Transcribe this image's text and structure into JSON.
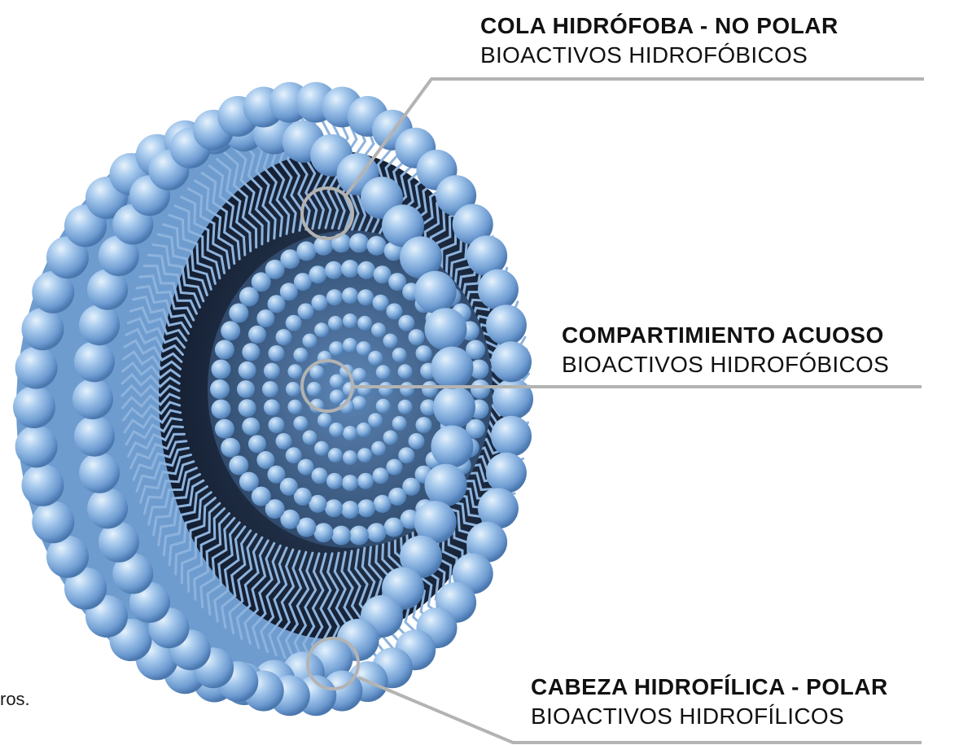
{
  "callouts": {
    "tail": {
      "title": "COLA HIDRÓFOBA - NO POLAR",
      "subtitle": "BIOACTIVOS HIDROFÓBICOS"
    },
    "aqueous": {
      "title": "COMPARTIMIENTO ACUOSO",
      "subtitle": "BIOACTIVOS HIDROFÓBICOS"
    },
    "head": {
      "title": "CABEZA HIDROFÍLICA - POLAR",
      "subtitle": "BIOACTIVOS HIDROFÍLICOS"
    }
  },
  "cropped_text": {
    "fragment_bottom_left": "ros."
  },
  "colors": {
    "sphere_light": "#bcd8f2",
    "sphere_mid": "#8fb8e2",
    "sphere_dark": "#4e7fb6",
    "tail_color": "#7fa8d6",
    "inner_shadow": "#1d2b3d",
    "leader_line": "#b3b3b3"
  }
}
